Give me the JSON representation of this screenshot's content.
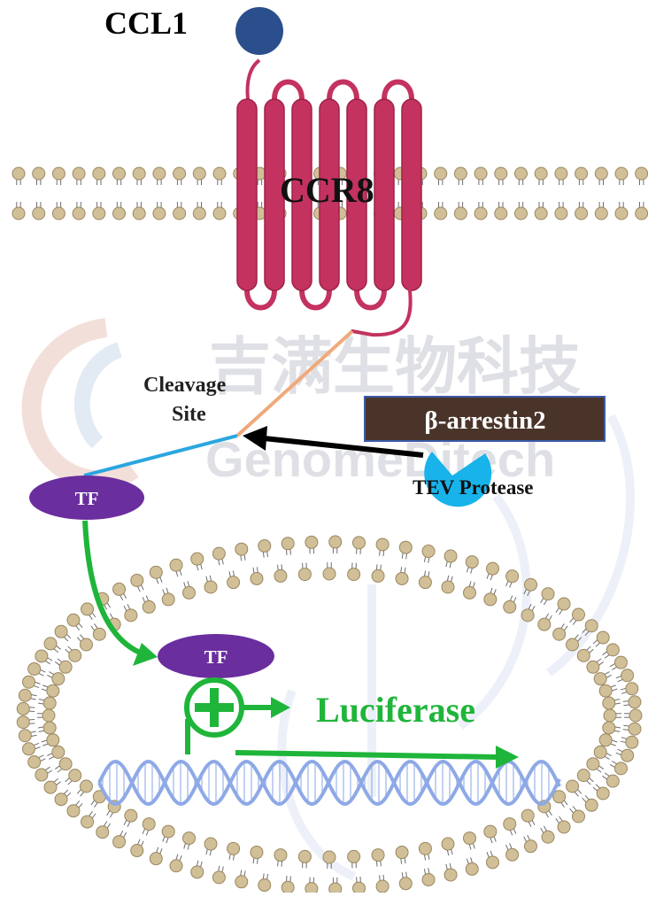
{
  "labels": {
    "ligand": "CCL1",
    "receptor": "CCR8",
    "cleavage_site_line1": "Cleavage",
    "cleavage_site_line2": "Site",
    "arrestin": "β-arrestin2",
    "protease": "TEV Protease",
    "tf_membrane": "TF",
    "tf_nucleus": "TF",
    "reporter": "Luciferase"
  },
  "watermark": {
    "chinese": "吉满生物科技",
    "english": "GenomeDitech"
  },
  "colors": {
    "ligand": "#2b4f8c",
    "receptor": "#c4325f",
    "receptor_stroke": "#9e2248",
    "linker_orange": "#f0a97a",
    "linker_blue": "#2aa6e0",
    "transcription_factor": "#6a2e9e",
    "arrestin_box": "#4a3429",
    "arrestin_border": "#3b5aa8",
    "protease": "#18b3ea",
    "activation_green": "#1fb53a",
    "lipid_head": "#d1bf98",
    "lipid_head_stroke": "#9a8760",
    "lipid_tail": "#6e6e6e",
    "dna": "#8ea9e6",
    "watermark": "#d9dbe3"
  },
  "icons": {
    "ligand": "ligand-circle-icon",
    "protease": "protease-pacman-icon",
    "activation": "plus-activation-icon"
  }
}
